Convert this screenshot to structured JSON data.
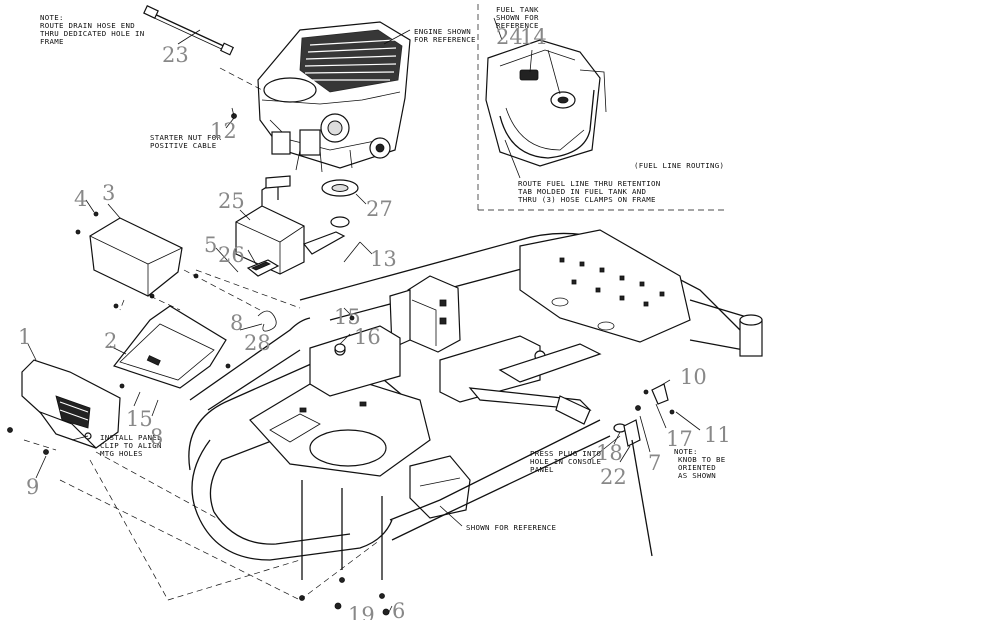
{
  "callouts": [
    {
      "id": "c23",
      "label": "23"
    },
    {
      "id": "c12",
      "label": "12"
    },
    {
      "id": "c3",
      "label": "3"
    },
    {
      "id": "c4",
      "label": "4"
    },
    {
      "id": "c25",
      "label": "25"
    },
    {
      "id": "c5",
      "label": "5"
    },
    {
      "id": "c26",
      "label": "26"
    },
    {
      "id": "c27",
      "label": "27"
    },
    {
      "id": "c13",
      "label": "13"
    },
    {
      "id": "c24",
      "label": "24"
    },
    {
      "id": "c14",
      "label": "14"
    },
    {
      "id": "c1",
      "label": "1"
    },
    {
      "id": "c2",
      "label": "2"
    },
    {
      "id": "c8a",
      "label": "8"
    },
    {
      "id": "c28",
      "label": "28"
    },
    {
      "id": "c15a",
      "label": "15"
    },
    {
      "id": "c16",
      "label": "16"
    },
    {
      "id": "c15b",
      "label": "15"
    },
    {
      "id": "c8b",
      "label": "8"
    },
    {
      "id": "c9",
      "label": "9"
    },
    {
      "id": "c10",
      "label": "10"
    },
    {
      "id": "c17",
      "label": "17"
    },
    {
      "id": "c11",
      "label": "11"
    },
    {
      "id": "c18",
      "label": "18"
    },
    {
      "id": "c7",
      "label": "7"
    },
    {
      "id": "c22",
      "label": "22"
    },
    {
      "id": "c19",
      "label": "19"
    },
    {
      "id": "c6",
      "label": "6"
    }
  ],
  "notes": {
    "drain_hose": [
      "NOTE:",
      "ROUTE DRAIN HOSE END",
      "THRU DEDICATED HOLE IN",
      "FRAME"
    ],
    "engine_ref": [
      "ENGINE SHOWN",
      "FOR REFERENCE"
    ],
    "fuel_tank_ref": [
      "FUEL TANK",
      "SHOWN FOR",
      "REFERENCE"
    ],
    "starter_nut": [
      "STARTER NUT FOR",
      "POSITIVE CABLE"
    ],
    "fuel_line_routing": "(FUEL LINE ROUTING)",
    "fuel_line_route": [
      "ROUTE FUEL LINE THRU RETENTION",
      "TAB MOLDED IN FUEL TANK AND",
      "THRU (3) HOSE CLAMPS ON FRAME"
    ],
    "panel_clip": [
      "INSTALL PANEL",
      "CLIP TO ALIGN",
      "MTG HOLES"
    ],
    "press_plug": [
      "PRESS PLUG INTO",
      "HOLE IN CONSOLE",
      "PANEL"
    ],
    "knob_note": [
      "NOTE:",
      "KNOB TO BE",
      "ORIENTED",
      "AS SHOWN"
    ],
    "frame_ref": "SHOWN FOR REFERENCE"
  },
  "colors": {
    "line": "#111111",
    "callout": "#888888",
    "paper": "#ffffff"
  }
}
